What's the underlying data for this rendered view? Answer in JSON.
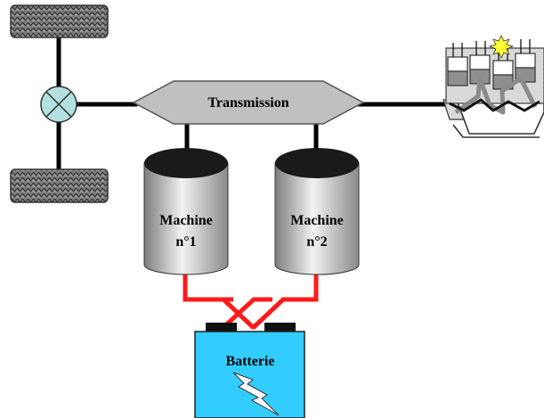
{
  "transmission": {
    "label": "Transmission"
  },
  "machine_1": {
    "line1": "Machine",
    "line2": "n°1"
  },
  "machine_2": {
    "line1": "Machine",
    "line2": "n°2"
  },
  "battery": {
    "label": "Batterie"
  },
  "colors": {
    "shaft": "#000000",
    "electric_wire": "#ff1a1a",
    "transmission_fill": "#c0c0c0",
    "battery_fill": "#33ccff",
    "differential_fill": "#b3e0e0",
    "engine_fill": "#d9d9d9",
    "spark": "#ffff33"
  },
  "icons": {
    "wheel_top": "wheel-icon",
    "wheel_bottom": "wheel-icon",
    "differential": "differential-icon",
    "engine": "engine-icon",
    "battery_bolt": "lightning-bolt-icon",
    "spark": "spark-icon"
  }
}
